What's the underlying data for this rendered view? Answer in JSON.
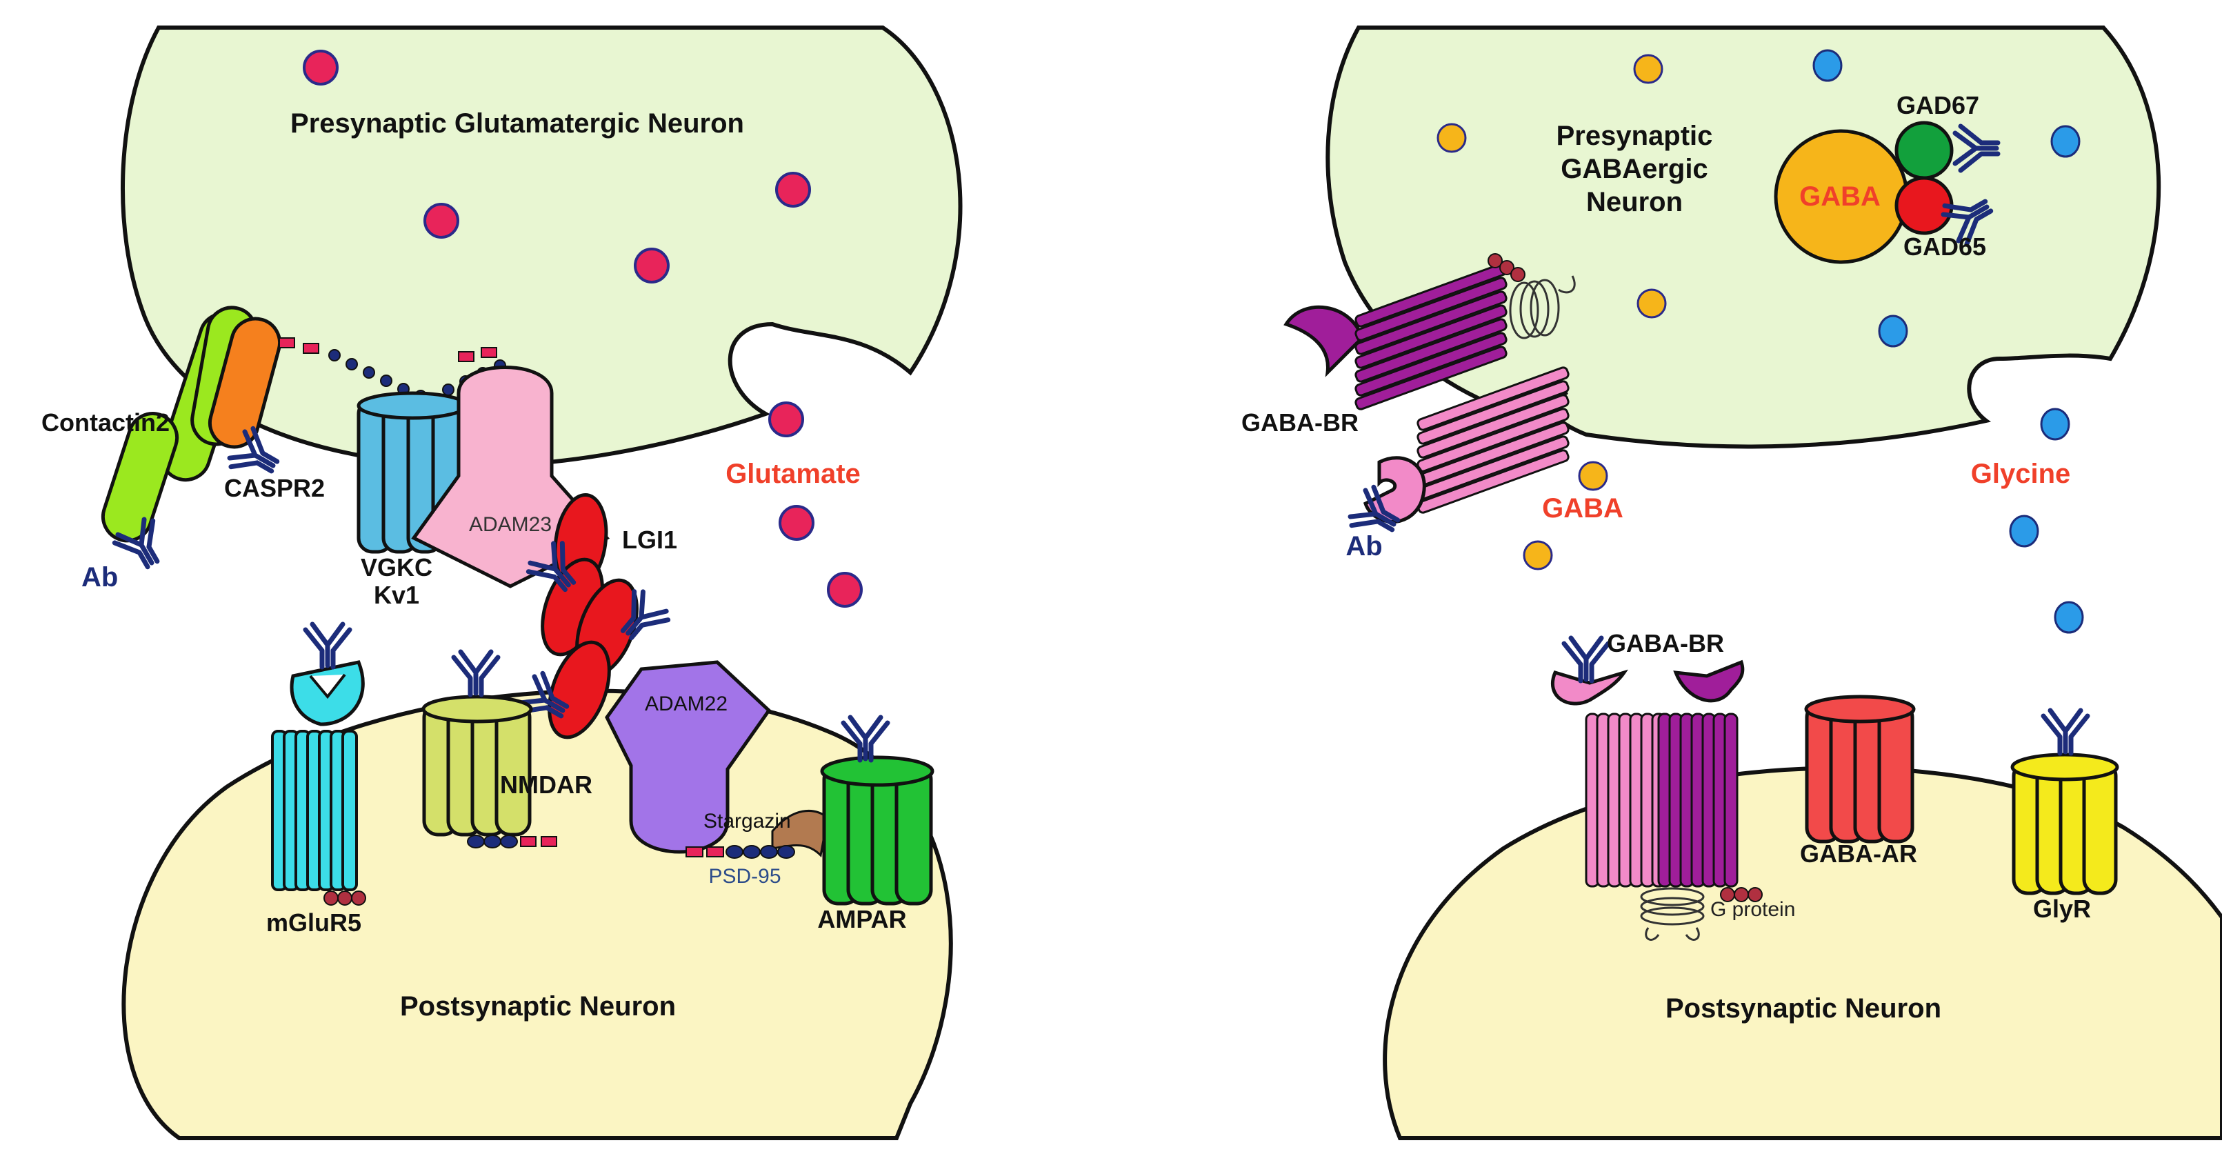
{
  "left_panel": {
    "presynaptic_title": "Presynaptic Glutamatergic Neuron",
    "postsynaptic_title": "Postsynaptic Neuron",
    "neurotransmitter": "Glutamate",
    "labels": {
      "contactin2": "Contactin2",
      "caspr2": "CASPR2",
      "ab": "Ab",
      "vgkc": "VGKC",
      "kv1": "Kv1",
      "adam23": "ADAM23",
      "lgi1": "LGI1",
      "adam22": "ADAM22",
      "stargazin": "Stargazin",
      "psd95": "PSD-95",
      "mglur5": "mGluR5",
      "nmdar": "NMDAR",
      "ampar": "AMPAR"
    }
  },
  "right_panel": {
    "presynaptic_title_line1": "Presynaptic",
    "presynaptic_title_line2": "GABAergic",
    "presynaptic_title_line3": "Neuron",
    "postsynaptic_title": "Postsynaptic Neuron",
    "gaba_vesicle": "GABA",
    "labels": {
      "gad67": "GAD67",
      "gad65": "GAD65",
      "gaba_br_pre": "GABA-BR",
      "ab": "Ab",
      "gaba_released": "GABA",
      "glycine": "Glycine",
      "gaba_br_post": "GABA-BR",
      "g_protein": "G protein",
      "gaba_ar": "GABA-AR",
      "glyr": "GlyR"
    }
  },
  "colors": {
    "presynaptic_fill": "#e8f6d2",
    "postsynaptic_fill": "#fbf5c3",
    "glutamate_dot": "#e8245a",
    "gaba_dot": "#f6b51a",
    "glycine_dot": "#2b9be8",
    "antibody": "#1c2c7a",
    "label_red": "#f0402a"
  }
}
